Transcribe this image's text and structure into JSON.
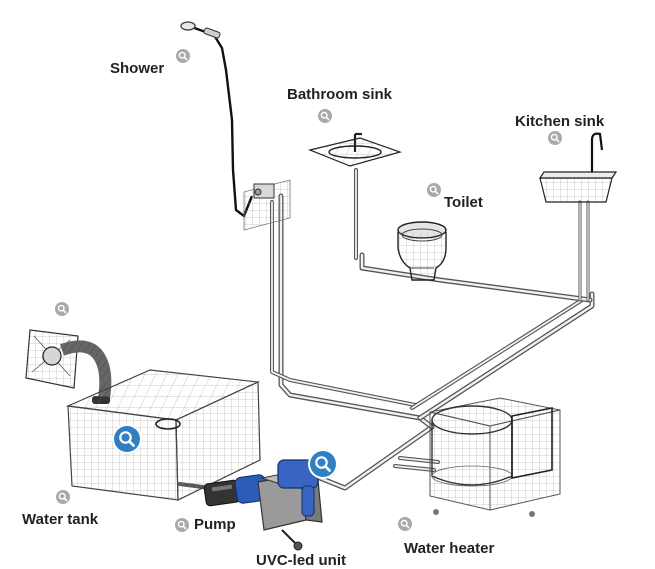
{
  "labels": {
    "shower": "Shower",
    "bathroom_sink": "Bathroom sink",
    "kitchen_sink": "Kitchen sink",
    "toilet": "Toilet",
    "water_tank": "Water tank",
    "pump": "Pump",
    "uvc_unit": "UVC-led unit",
    "water_heater": "Water heater"
  },
  "hotspots": [
    {
      "id": "shower",
      "icon": "search-icon",
      "style": "small"
    },
    {
      "id": "bathroom-sink",
      "icon": "search-icon",
      "style": "small"
    },
    {
      "id": "kitchen-sink",
      "icon": "search-icon",
      "style": "small"
    },
    {
      "id": "toilet",
      "icon": "search-icon",
      "style": "small"
    },
    {
      "id": "vent",
      "icon": "search-icon",
      "style": "small"
    },
    {
      "id": "water-tank-inner",
      "icon": "search-icon",
      "style": "large"
    },
    {
      "id": "water-tank",
      "icon": "search-icon",
      "style": "small"
    },
    {
      "id": "pump",
      "icon": "search-icon",
      "style": "small"
    },
    {
      "id": "uvc-unit",
      "icon": "search-icon",
      "style": "large"
    },
    {
      "id": "water-heater",
      "icon": "search-icon",
      "style": "small"
    }
  ],
  "colors": {
    "background": "#ffffff",
    "label_text": "#222222",
    "hotspot_small": "#a9a9a9",
    "hotspot_large": "#2f7fc2",
    "wireframe": "#555555",
    "pump_blue": "#2a5cb8",
    "uvc_body": "#9a9a9a"
  }
}
